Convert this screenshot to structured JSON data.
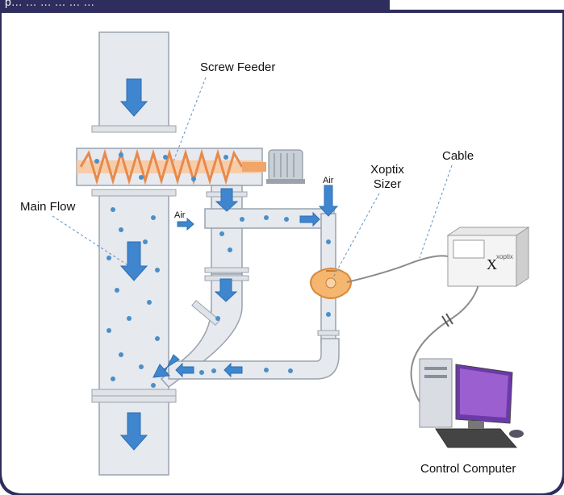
{
  "header": {
    "title": "p… … … … … …"
  },
  "labels": {
    "screw_feeder": "Screw Feeder",
    "main_flow": "Main Flow",
    "air_top": "Air",
    "air_side": "Air",
    "xoptix_line1": "Xoptix",
    "xoptix_line2": "Sizer",
    "cable": "Cable",
    "control_computer": "Control Computer"
  },
  "device": {
    "logo": "X",
    "logo_small": "xoptix"
  },
  "colors": {
    "frame": "#2f2d5e",
    "pipe": "#e6e9ee",
    "pipe_edge": "#9aa3ad",
    "arrow": "#3f86cf",
    "particle": "#4a8fc8",
    "screw": "#f0a66a",
    "sizer": "#f5b66f",
    "cable": "#8c8c8c"
  }
}
